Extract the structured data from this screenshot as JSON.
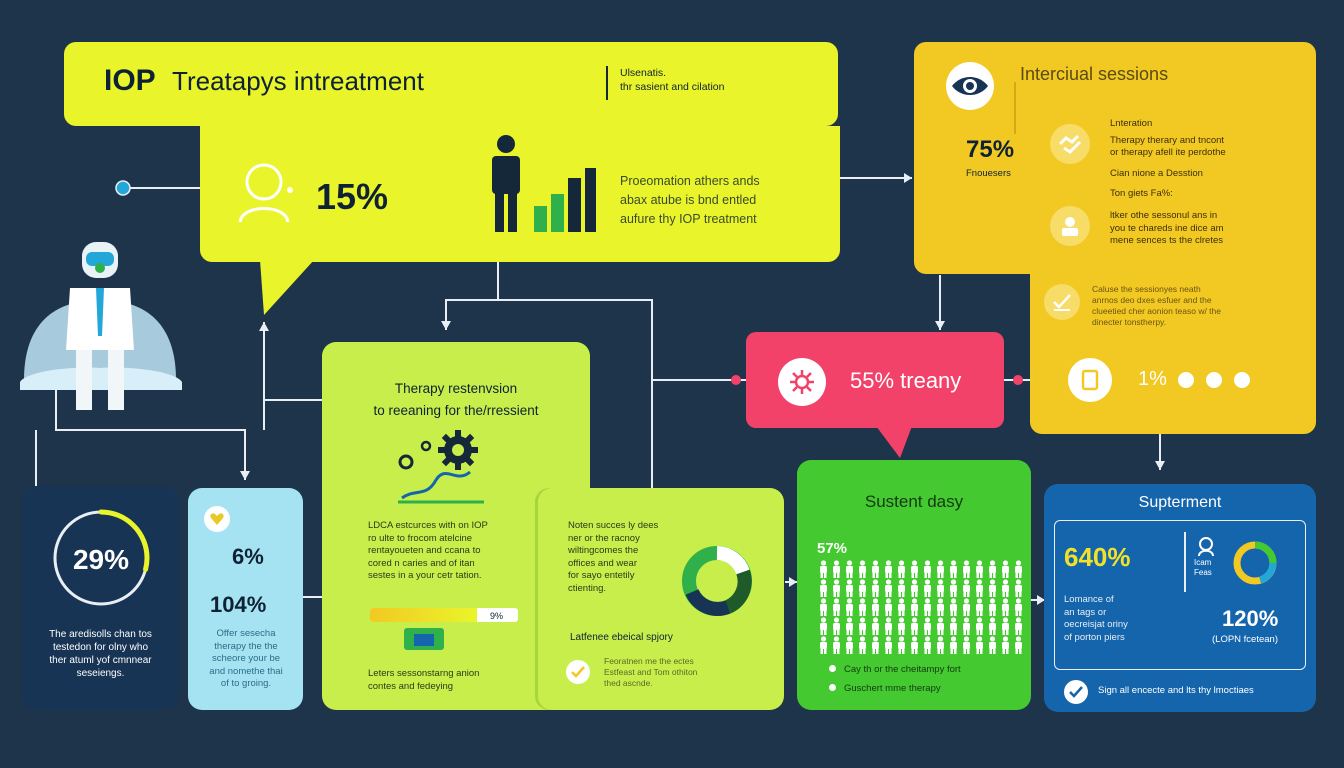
{
  "header": {
    "title_prefix": "IOP",
    "title": "Treatapys intreatment",
    "side_note": [
      "Ulsenatis.",
      "thr sasient and cilation"
    ]
  },
  "top_panel": {
    "stat_percent": "15%",
    "description": [
      "Proeomation athers ands",
      "abax atube is bnd entled",
      "aufure thy IOP treatment"
    ]
  },
  "left_card": {
    "percent": "29%",
    "percent_value": 29,
    "text": [
      "The aredisolls chan tos",
      "testedon for olny who",
      "ther atuml yof cmnnear",
      "seseiengs."
    ]
  },
  "cyan_card": {
    "stat_a": "6%",
    "stat_b": "104%",
    "text": [
      "Offer sesecha",
      "therapy the the",
      "scheore your be",
      "and nomethe thai",
      "of to groing."
    ]
  },
  "therapy_panel": {
    "title": [
      "Therapy restenvsion",
      "to reeaning for the/rressient"
    ],
    "text": [
      "LDCA estcurces with on IOP",
      "ro ulte to frocom atelcine",
      "rentayoueten and ccana to",
      "cored n caries and of itan",
      "sestes in a your cetr tation."
    ],
    "progress_label": "9%",
    "progress_value": 9,
    "footer": [
      "Leters sessonstarng anion",
      "contes and fedeying"
    ]
  },
  "notes_card": {
    "text": [
      "Noten succes ly dees",
      "ner or the racnoy",
      "wiltingcomes the",
      "offices and wear",
      "for sayo entetily",
      "ctienting."
    ],
    "donut_label": "Latfenee ebeical spjory",
    "check_text": [
      "Feoratnen me the ectes",
      "Estfeast and Tom othiton",
      "thed ascnde."
    ]
  },
  "pink_box": {
    "label": "55% treany"
  },
  "right_panel": {
    "title": "Interciual sessions",
    "stat": "75%",
    "stat_label": "Fnouesers",
    "block1_title": "Lnteration",
    "block1_text": [
      "Therapy therary and tncont",
      "or therapy afell ite perdothe"
    ],
    "block1_sub": "Cian nione a Desstion",
    "block2_title": "Ton giets Fa%:",
    "block2_text": [
      "ltker othe sessonul ans in",
      "you te chareds ine dice am",
      "mene sences ts the clretes"
    ],
    "block3_text": [
      "Caluse the sessionyes neath",
      "anrnos deo dxes esfuer and the",
      "clueetied cher aonion teaso w/ the",
      "dinecter tonstherpy."
    ],
    "bottom_label": "1%"
  },
  "green_card": {
    "title": "Sustent dasy",
    "stat": "57%",
    "bullets": [
      "Cay th or the cheitampy fort",
      "Guschert mme therapy"
    ]
  },
  "blue_card": {
    "title": "Supterment",
    "stat_a": "640%",
    "stat_a_text": [
      "Lomance of",
      "an tags or",
      "oecreisjat oriny",
      "of porton piers"
    ],
    "mini_label": [
      "Icam",
      "Feas"
    ],
    "stat_b": "120%",
    "stat_b_label": "(LOPN fcetean)",
    "check_text": "Sign all encecte and lts thy lmoctiaes"
  },
  "colors": {
    "background": "#1e344b",
    "yellow": "#e9f52a",
    "lime": "#c8ee4b",
    "gold": "#f2c923",
    "pink": "#f2426a",
    "green": "#45c931",
    "blue": "#1565ad",
    "navy": "#173454",
    "cyan": "#a5e3f3",
    "teal": "#23a7d8"
  },
  "icons": [
    "person-avatar-icon",
    "standing-person-icon",
    "bar-chart-icon",
    "eye-icon",
    "doctor-figure-icon",
    "gears-icon",
    "handshake-icon",
    "person-badge-icon",
    "checklist-icon",
    "heart-icon",
    "virus-icon",
    "tablet-icon",
    "check-icon",
    "people-icon"
  ]
}
